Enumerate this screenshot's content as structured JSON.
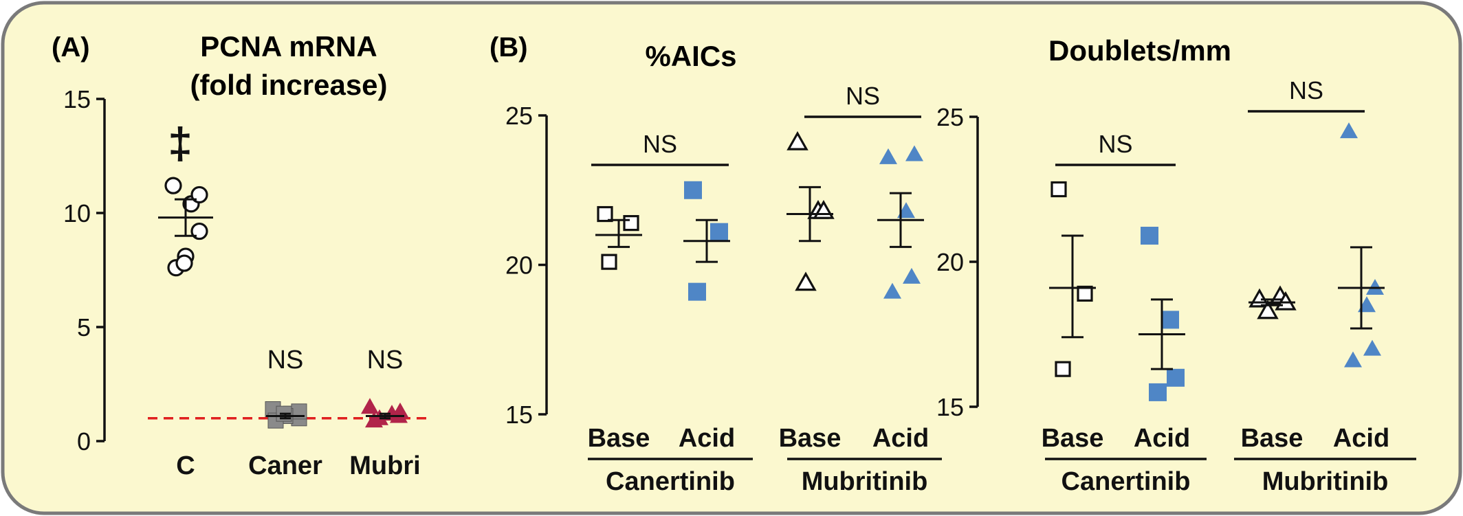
{
  "colors": {
    "panel_bg": "#fbf8cf",
    "panel_border": "#7a7a7a",
    "ink": "#111111",
    "blue": "#4f86c6",
    "gray": "#8a8a8a",
    "crimson": "#b1244a",
    "red_dash": "#e02020"
  },
  "panel_a": {
    "label": "(A)",
    "title_line1": "PCNA mRNA",
    "title_line2": "(fold increase)"
  },
  "panel_b": {
    "label": "(B)"
  },
  "chart_data": [
    {
      "type": "scatter",
      "title": "PCNA mRNA (fold increase)",
      "ylim": [
        0,
        15
      ],
      "yticks": [
        "0",
        "5",
        "10",
        "15"
      ],
      "categories": [
        "C",
        "Caner",
        "Mubri"
      ],
      "reference_line": 1,
      "series": [
        {
          "category": "C",
          "marker": "circle-open",
          "values": [
            11.2,
            10.4,
            10.8,
            9.2,
            8.1,
            7.6,
            7.8
          ],
          "mean": 9.8,
          "sem": [
            9.0,
            10.6
          ],
          "annotation": "‡"
        },
        {
          "category": "Caner",
          "marker": "square-gray",
          "values": [
            1.4,
            1.2,
            1.0,
            1.3,
            1.1,
            0.9,
            1.2
          ],
          "mean": 1.1,
          "sem": [
            1.0,
            1.2
          ],
          "annotation": "NS"
        },
        {
          "category": "Mubri",
          "marker": "triangle-crimson",
          "values": [
            1.5,
            1.3,
            1.0,
            1.2,
            0.9,
            1.1
          ],
          "mean": 1.1,
          "sem": [
            1.0,
            1.2
          ],
          "annotation": "NS"
        }
      ]
    },
    {
      "type": "scatter",
      "title": "%AICs",
      "ylim": [
        15,
        25
      ],
      "yticks": [
        "15",
        "20",
        "25"
      ],
      "categories": [
        "Base",
        "Acid",
        "Base",
        "Acid"
      ],
      "groups": [
        "Canertinib",
        "Mubritinib"
      ],
      "significance": [
        "NS",
        "NS"
      ],
      "series": [
        {
          "group": "Canertinib",
          "category": "Base",
          "marker": "square-open",
          "values": [
            21.7,
            21.4,
            20.1
          ],
          "mean": 21.0,
          "sem": [
            20.6,
            21.5
          ]
        },
        {
          "group": "Canertinib",
          "category": "Acid",
          "marker": "square-blue",
          "values": [
            22.5,
            21.1,
            19.1
          ],
          "mean": 20.8,
          "sem": [
            20.1,
            21.5
          ]
        },
        {
          "group": "Mubritinib",
          "category": "Base",
          "marker": "triangle-open",
          "values": [
            24.1,
            21.8,
            21.8,
            19.4
          ],
          "mean": 21.7,
          "sem": [
            20.8,
            22.6
          ]
        },
        {
          "group": "Mubritinib",
          "category": "Acid",
          "marker": "triangle-blue",
          "values": [
            23.6,
            23.7,
            21.8,
            19.6,
            19.1
          ],
          "mean": 21.5,
          "sem": [
            20.6,
            22.4
          ]
        }
      ]
    },
    {
      "type": "scatter",
      "title": "Doublets/mm",
      "ylim": [
        15,
        25
      ],
      "yticks": [
        "15",
        "20",
        "25"
      ],
      "categories": [
        "Base",
        "Acid",
        "Base",
        "Acid"
      ],
      "groups": [
        "Canertinib",
        "Mubritinib"
      ],
      "significance": [
        "NS",
        "NS"
      ],
      "series": [
        {
          "group": "Canertinib",
          "category": "Base",
          "marker": "square-open",
          "values": [
            22.5,
            18.9,
            16.3
          ],
          "mean": 19.1,
          "sem": [
            17.4,
            20.9
          ]
        },
        {
          "group": "Canertinib",
          "category": "Acid",
          "marker": "square-blue",
          "values": [
            20.9,
            18.0,
            16.0,
            15.5
          ],
          "mean": 17.5,
          "sem": [
            16.3,
            18.7
          ]
        },
        {
          "group": "Mubritinib",
          "category": "Base",
          "marker": "triangle-open",
          "values": [
            18.7,
            18.8,
            18.6,
            18.3
          ],
          "mean": 18.6,
          "sem": [
            18.5,
            18.7
          ]
        },
        {
          "group": "Mubritinib",
          "category": "Acid",
          "marker": "triangle-blue",
          "values": [
            24.5,
            19.1,
            18.5,
            17.0,
            16.6
          ],
          "mean": 19.1,
          "sem": [
            17.7,
            20.5
          ]
        }
      ]
    }
  ]
}
